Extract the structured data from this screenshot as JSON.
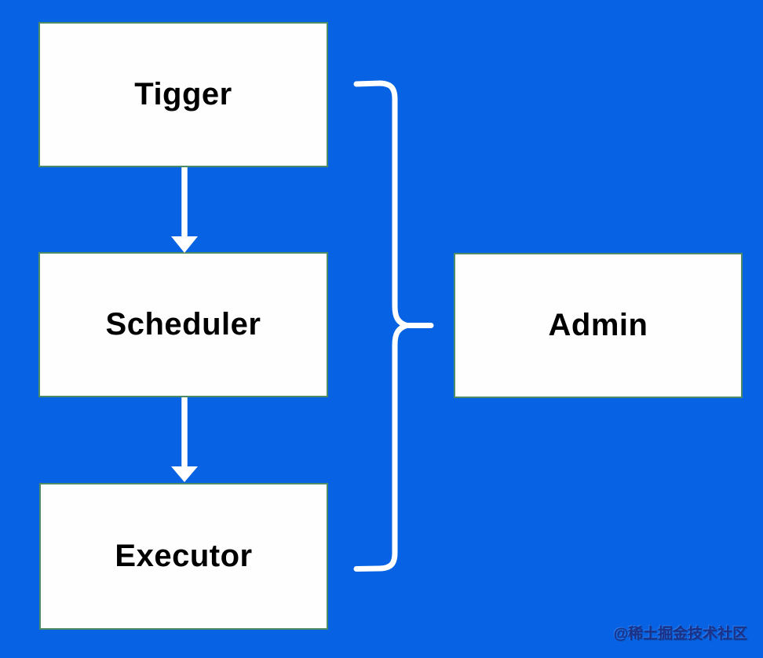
{
  "colors": {
    "background": "#0763e3",
    "box_fill": "#fdfefd",
    "box_border": "#4d8a66",
    "connector": "#ffffff",
    "label_text": "#000000",
    "watermark_text": "#1b3288"
  },
  "diagram": {
    "nodes": [
      {
        "id": "tigger",
        "label": "Tigger"
      },
      {
        "id": "scheduler",
        "label": "Scheduler"
      },
      {
        "id": "executor",
        "label": "Executor"
      },
      {
        "id": "admin",
        "label": "Admin"
      }
    ],
    "connectors": [
      {
        "type": "arrow",
        "from": "tigger",
        "to": "scheduler"
      },
      {
        "type": "arrow",
        "from": "scheduler",
        "to": "executor"
      },
      {
        "type": "brace",
        "from": "tigger,scheduler,executor",
        "to": "admin"
      }
    ]
  },
  "watermark": {
    "text": "@稀土掘金技术社区"
  }
}
